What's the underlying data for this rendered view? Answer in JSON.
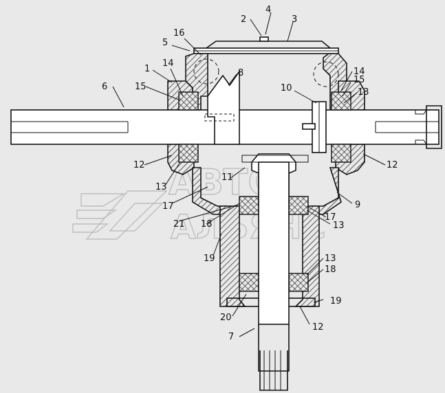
{
  "diagram": {
    "watermark": {
      "line1": "АВТО",
      "line2": "АЛЬЯНС"
    },
    "callouts": [
      {
        "id": "c-2",
        "text": "2"
      },
      {
        "id": "c-4",
        "text": "4"
      },
      {
        "id": "c-3",
        "text": "3"
      },
      {
        "id": "c-16",
        "text": "16"
      },
      {
        "id": "c-5",
        "text": "5"
      },
      {
        "id": "c-1",
        "text": "1"
      },
      {
        "id": "c-14a",
        "text": "14"
      },
      {
        "id": "c-6",
        "text": "6"
      },
      {
        "id": "c-15a",
        "text": "15"
      },
      {
        "id": "c-8",
        "text": "8"
      },
      {
        "id": "c-10",
        "text": "10"
      },
      {
        "id": "c-14b",
        "text": "14"
      },
      {
        "id": "c-15b",
        "text": "15"
      },
      {
        "id": "c-13a",
        "text": "13"
      },
      {
        "id": "c-12a",
        "text": "12"
      },
      {
        "id": "c-12b",
        "text": "12"
      },
      {
        "id": "c-13b",
        "text": "13"
      },
      {
        "id": "c-11",
        "text": "11"
      },
      {
        "id": "c-9",
        "text": "9"
      },
      {
        "id": "c-17a",
        "text": "17"
      },
      {
        "id": "c-21",
        "text": "21"
      },
      {
        "id": "c-18a",
        "text": "18"
      },
      {
        "id": "c-17b",
        "text": "17"
      },
      {
        "id": "c-13c",
        "text": "13"
      },
      {
        "id": "c-19a",
        "text": "19"
      },
      {
        "id": "c-13d",
        "text": "13"
      },
      {
        "id": "c-18b",
        "text": "18"
      },
      {
        "id": "c-19b",
        "text": "19"
      },
      {
        "id": "c-20",
        "text": "20"
      },
      {
        "id": "c-12c",
        "text": "12"
      },
      {
        "id": "c-7",
        "text": "7"
      }
    ]
  }
}
